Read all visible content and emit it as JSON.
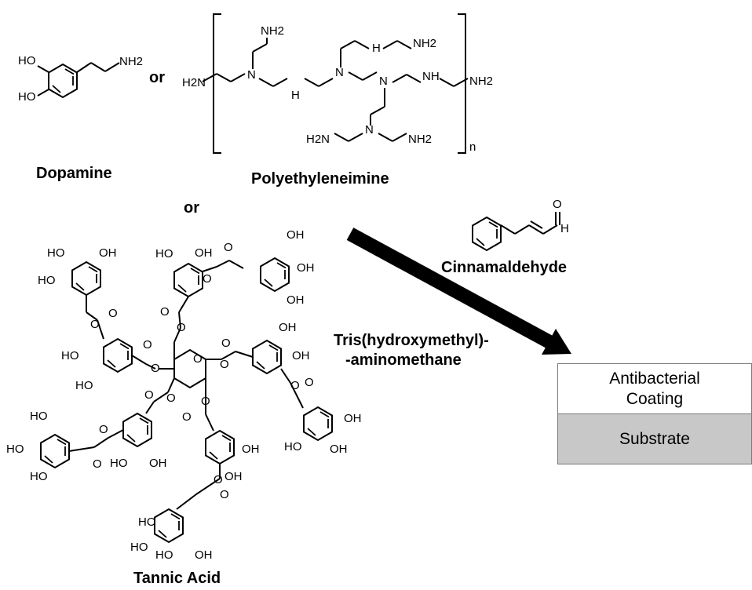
{
  "connector_or_1": "or",
  "connector_or_2": "or",
  "dopamine": {
    "name": "Dopamine",
    "atoms": {
      "ho_top": "HO",
      "ho_bottom": "HO",
      "nh2": "NH2"
    }
  },
  "polyethyleneimine": {
    "name": "Polyethyleneimine",
    "repeat_subscript": "n",
    "atoms": {
      "h2n_left": "H2N",
      "nh2_right": "NH2",
      "nh2_top": "NH2",
      "nh2_top_right": "NH2",
      "n1": "N",
      "n2": "N",
      "n3": "N",
      "n4": "N",
      "nh_1": "H",
      "nh_2": "H",
      "nh_3": "NH",
      "h2n_bottom": "H2N",
      "nh2_bottom": "NH2"
    }
  },
  "cinnamaldehyde": {
    "name": "Cinnamaldehyde",
    "atoms": {
      "o": "O",
      "h": "H"
    }
  },
  "tris": {
    "line1": "Tris(hydroxymethyl)-",
    "line2": "-aminomethane"
  },
  "tannic_acid": {
    "name": "Tannic Acid",
    "oh": "OH",
    "ho": "HO",
    "o": "O"
  },
  "layers": {
    "coating_line1": "Antibacterial",
    "coating_line2": "Coating",
    "substrate": "Substrate"
  },
  "colors": {
    "substrate_fill": "#c8c8c8",
    "coating_fill": "#ffffff",
    "arrow": "#000000"
  }
}
